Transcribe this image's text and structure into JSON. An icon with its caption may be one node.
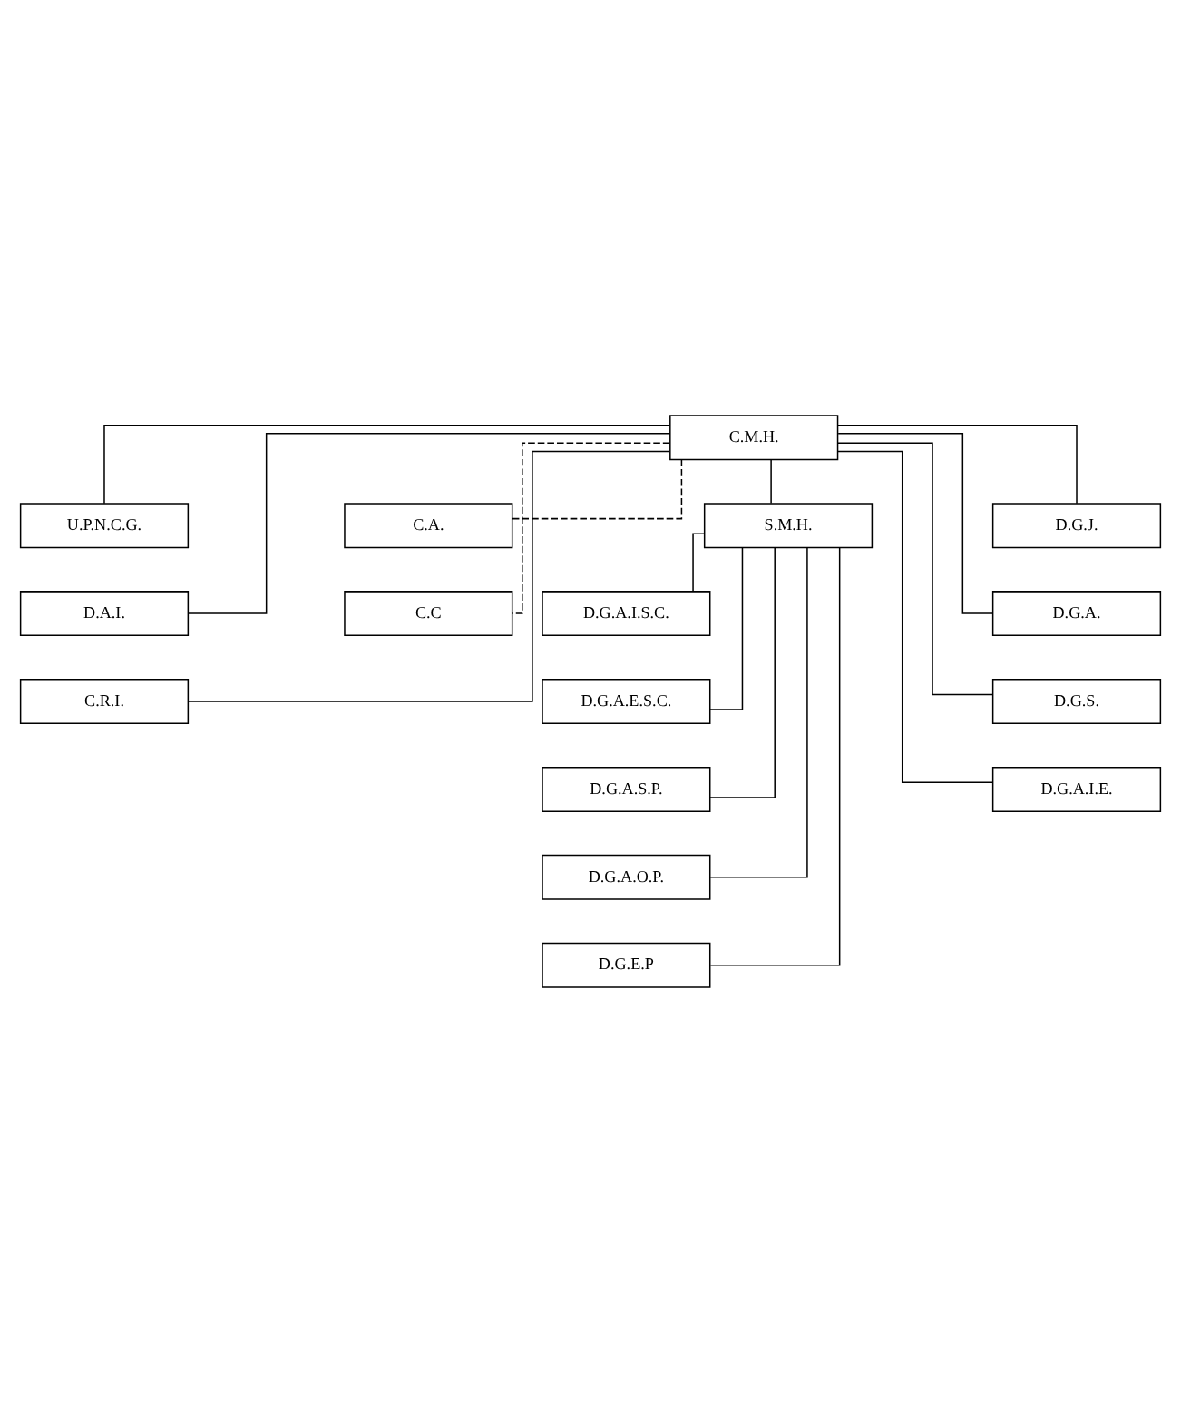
{
  "diagram": {
    "nodes": [
      {
        "text": [
          "C.M.H."
        ]
      },
      {
        "text": [
          "U.P.N.C.G."
        ]
      },
      {
        "text": [
          "D.A.I."
        ]
      },
      {
        "text": [
          "C.R.I."
        ]
      },
      {
        "text": [
          "C.A."
        ]
      },
      {
        "text": [
          "C.C"
        ]
      },
      {
        "text": [
          "S.M.H."
        ]
      },
      {
        "text": [
          "D.G.A.I.S.C."
        ]
      },
      {
        "text": [
          "D.G.A.E.S.C."
        ]
      },
      {
        "text": [
          "D.G.A.S.P."
        ]
      },
      {
        "text": [
          "D.G.A.O.P."
        ]
      },
      {
        "text": [
          "D.G.E.P"
        ]
      },
      {
        "text": [
          "D.G.J."
        ]
      },
      {
        "text": [
          "D.G.A."
        ]
      },
      {
        "text": [
          "D.G.S."
        ]
      },
      {
        "text": [
          "D.G.A.I.E."
        ]
      }
    ],
    "edges": [
      {
        "from": 0,
        "to": 1,
        "arrow": "none"
      },
      {
        "from": 0,
        "to": 2,
        "arrow": "none"
      },
      {
        "from": 0,
        "to": 3,
        "arrow": "none"
      },
      {
        "from": 0,
        "to": 4,
        "arrow": "none",
        "style": "dashed"
      },
      {
        "from": 0,
        "to": 5,
        "arrow": "none",
        "style": "dashed"
      },
      {
        "from": 0,
        "to": 6,
        "arrow": "none"
      },
      {
        "from": 0,
        "to": 12,
        "arrow": "none"
      },
      {
        "from": 0,
        "to": 13,
        "arrow": "none"
      },
      {
        "from": 0,
        "to": 14,
        "arrow": "none"
      },
      {
        "from": 0,
        "to": 15,
        "arrow": "none"
      },
      {
        "from": 6,
        "to": 7,
        "arrow": "none"
      },
      {
        "from": 6,
        "to": 8,
        "arrow": "none"
      },
      {
        "from": 6,
        "to": 9,
        "arrow": "none"
      },
      {
        "from": 6,
        "to": 10,
        "arrow": "none"
      },
      {
        "from": 6,
        "to": 11,
        "arrow": "none"
      }
    ]
  }
}
